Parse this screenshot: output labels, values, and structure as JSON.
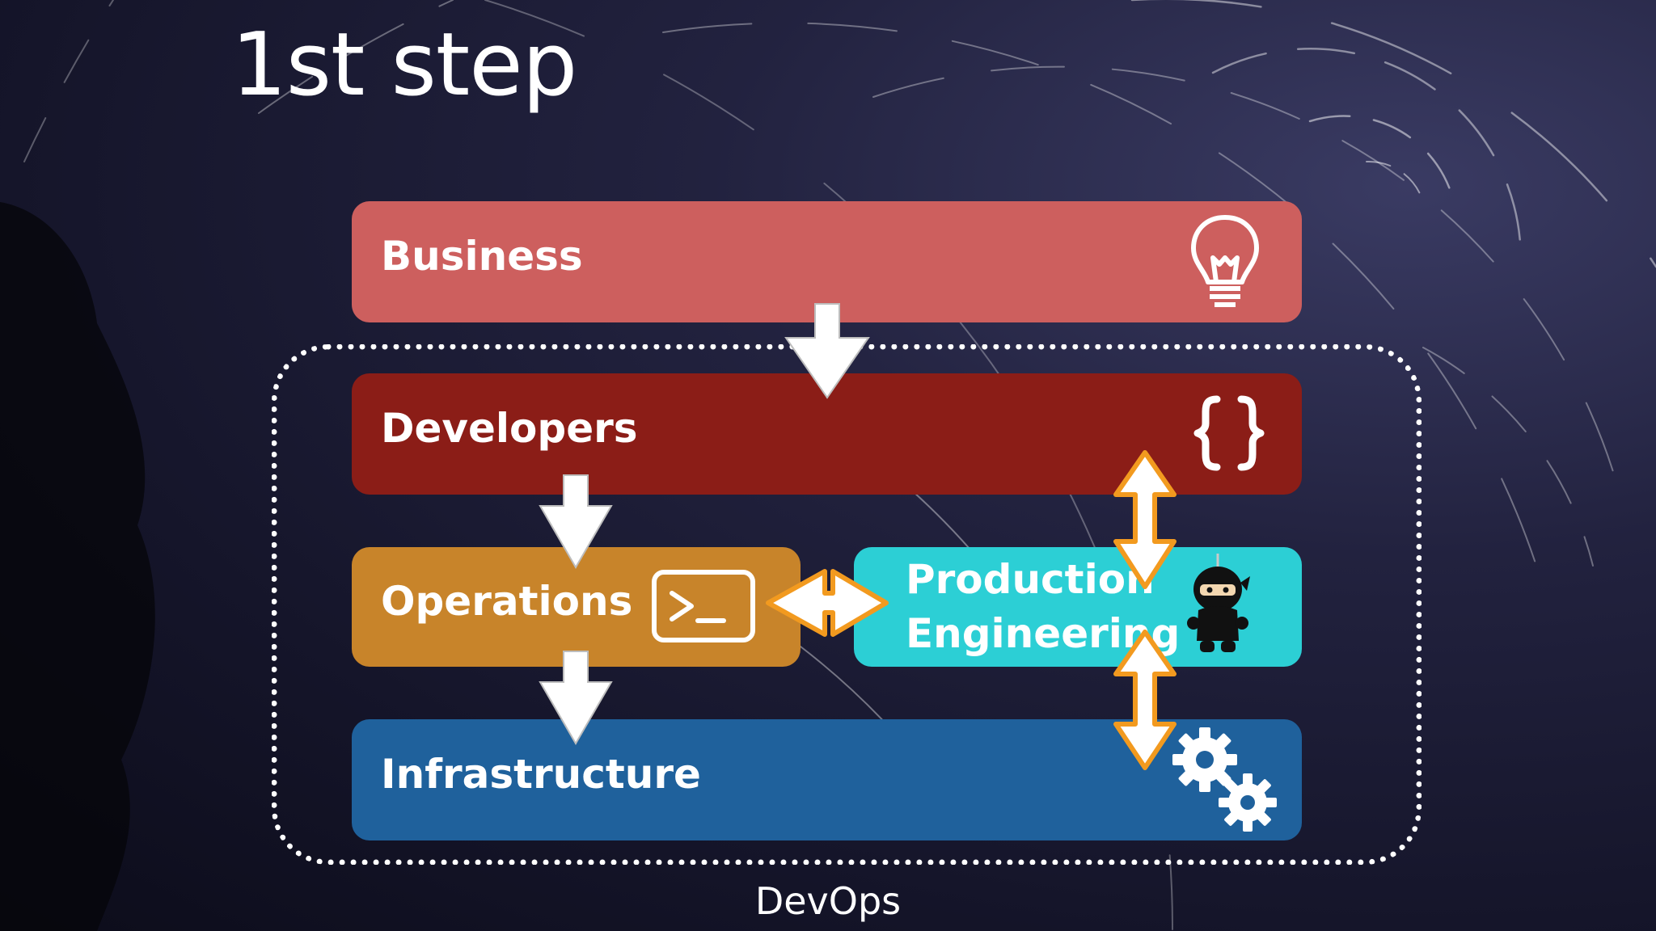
{
  "slide": {
    "title": "1st step"
  },
  "diagram": {
    "group_label": "DevOps",
    "layers": {
      "business": {
        "label": "Business",
        "icon": "lightbulb-icon",
        "color": "#cd5f5e"
      },
      "developers": {
        "label": "Developers",
        "icon": "curly-braces-icon",
        "color": "#8b1d17"
      },
      "operations": {
        "label": "Operations",
        "icon": "terminal-icon",
        "color": "#c8842a"
      },
      "production": {
        "label_line1": "Production",
        "label_line2": "Engineering",
        "icon": "ninja-icon",
        "color": "#2ccfd5"
      },
      "infrastructure": {
        "label": "Infrastructure",
        "icon": "gears-icon",
        "color": "#1f619c"
      }
    },
    "arrow_color": "#ffffff",
    "bidirectional_arrow_color": "#f29a1f"
  }
}
